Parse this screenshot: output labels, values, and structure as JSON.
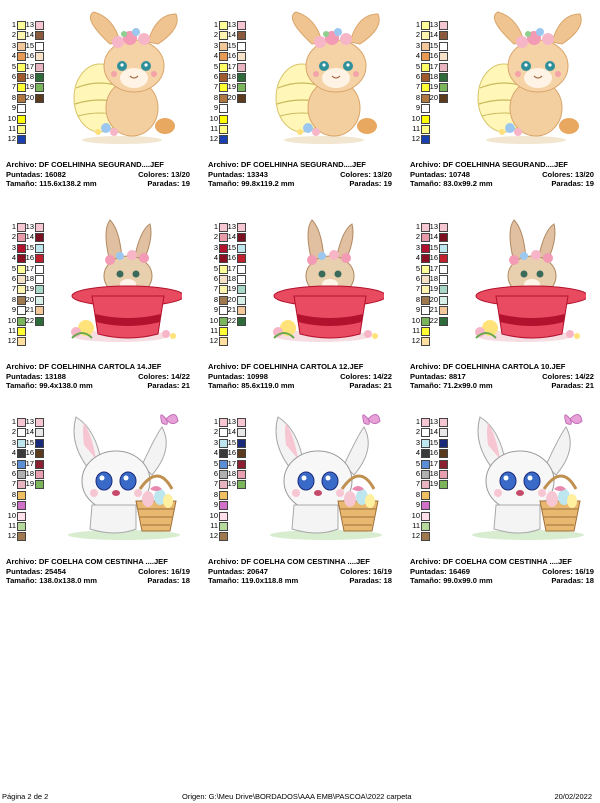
{
  "designs": [
    {
      "image": "bunny-egg-icon",
      "file": "Archivo: DF COELHINHA SEGURAND....JEF",
      "stitches": "Puntadas: 16082",
      "colors": "Colores: 13/20",
      "size": "Tamaño: 115.6x138.2 mm",
      "stops": "Paradas: 19",
      "swatches": [
        {
          "n": "1",
          "c": "#ffff99"
        },
        {
          "n": "2",
          "c": "#fff5b0"
        },
        {
          "n": "3",
          "c": "#f3c89a"
        },
        {
          "n": "4",
          "c": "#e89a55"
        },
        {
          "n": "5",
          "c": "#ffff66"
        },
        {
          "n": "6",
          "c": "#a05a2c"
        },
        {
          "n": "7",
          "c": "#ffff33"
        },
        {
          "n": "8",
          "c": "#b07840"
        },
        {
          "n": "9",
          "c": "#ffffff"
        },
        {
          "n": "10",
          "c": "#ffff00"
        },
        {
          "n": "11",
          "c": "#ffff88"
        },
        {
          "n": "12",
          "c": "#1a3fb0"
        },
        {
          "n": "13",
          "c": "#f7c6d3"
        },
        {
          "n": "14",
          "c": "#8a5a3c"
        },
        {
          "n": "15",
          "c": "#ffffff"
        },
        {
          "n": "16",
          "c": "#f5e2c8"
        },
        {
          "n": "17",
          "c": "#e8b4c0"
        },
        {
          "n": "18",
          "c": "#2e6b3a"
        },
        {
          "n": "19",
          "c": "#7ab55c"
        },
        {
          "n": "20",
          "c": "#5c3a1e"
        }
      ]
    },
    {
      "image": "bunny-egg-icon",
      "file": "Archivo: DF COELHINHA SEGURAND....JEF",
      "stitches": "Puntadas: 13343",
      "colors": "Colores: 13/20",
      "size": "Tamaño: 99.8x119.2 mm",
      "stops": "Paradas: 19",
      "swatches": [
        {
          "n": "1",
          "c": "#ffff99"
        },
        {
          "n": "2",
          "c": "#fff5b0"
        },
        {
          "n": "3",
          "c": "#f3c89a"
        },
        {
          "n": "4",
          "c": "#e89a55"
        },
        {
          "n": "5",
          "c": "#ffff66"
        },
        {
          "n": "6",
          "c": "#a05a2c"
        },
        {
          "n": "7",
          "c": "#ffff33"
        },
        {
          "n": "8",
          "c": "#b07840"
        },
        {
          "n": "9",
          "c": "#ffffff"
        },
        {
          "n": "10",
          "c": "#ffff00"
        },
        {
          "n": "11",
          "c": "#ffff88"
        },
        {
          "n": "12",
          "c": "#1a3fb0"
        },
        {
          "n": "13",
          "c": "#f7c6d3"
        },
        {
          "n": "14",
          "c": "#8a5a3c"
        },
        {
          "n": "15",
          "c": "#ffffff"
        },
        {
          "n": "16",
          "c": "#f5e2c8"
        },
        {
          "n": "17",
          "c": "#e8b4c0"
        },
        {
          "n": "18",
          "c": "#2e6b3a"
        },
        {
          "n": "19",
          "c": "#7ab55c"
        },
        {
          "n": "20",
          "c": "#5c3a1e"
        }
      ]
    },
    {
      "image": "bunny-egg-icon",
      "file": "Archivo: DF COELHINHA SEGURAND....JEF",
      "stitches": "Puntadas: 10748",
      "colors": "Colores: 13/20",
      "size": "Tamaño: 83.0x99.2 mm",
      "stops": "Paradas: 19",
      "swatches": [
        {
          "n": "1",
          "c": "#ffff99"
        },
        {
          "n": "2",
          "c": "#fff5b0"
        },
        {
          "n": "3",
          "c": "#f3c89a"
        },
        {
          "n": "4",
          "c": "#e89a55"
        },
        {
          "n": "5",
          "c": "#ffff66"
        },
        {
          "n": "6",
          "c": "#a05a2c"
        },
        {
          "n": "7",
          "c": "#ffff33"
        },
        {
          "n": "8",
          "c": "#b07840"
        },
        {
          "n": "9",
          "c": "#ffffff"
        },
        {
          "n": "10",
          "c": "#ffff00"
        },
        {
          "n": "11",
          "c": "#ffff88"
        },
        {
          "n": "12",
          "c": "#1a3fb0"
        },
        {
          "n": "13",
          "c": "#f7c6d3"
        },
        {
          "n": "14",
          "c": "#8a5a3c"
        },
        {
          "n": "15",
          "c": "#ffffff"
        },
        {
          "n": "16",
          "c": "#f5e2c8"
        },
        {
          "n": "17",
          "c": "#e8b4c0"
        },
        {
          "n": "18",
          "c": "#2e6b3a"
        },
        {
          "n": "19",
          "c": "#7ab55c"
        },
        {
          "n": "20",
          "c": "#5c3a1e"
        }
      ]
    },
    {
      "image": "bunny-hat-icon",
      "file": "Archivo: DF COELHINHA CARTOLA 14.JEF",
      "stitches": "Puntadas: 13188",
      "colors": "Colores: 14/22",
      "size": "Tamaño: 99.4x138.0 mm",
      "stops": "Paradas: 21",
      "swatches": [
        {
          "n": "1",
          "c": "#f7c6d3"
        },
        {
          "n": "2",
          "c": "#e89aa8"
        },
        {
          "n": "3",
          "c": "#b3122e"
        },
        {
          "n": "4",
          "c": "#8a0f22"
        },
        {
          "n": "5",
          "c": "#ffff99"
        },
        {
          "n": "6",
          "c": "#f5e2c8"
        },
        {
          "n": "7",
          "c": "#fff5b0"
        },
        {
          "n": "8",
          "c": "#a07850"
        },
        {
          "n": "9",
          "c": "#ffffff"
        },
        {
          "n": "10",
          "c": "#7ab55c"
        },
        {
          "n": "11",
          "c": "#ffff33"
        },
        {
          "n": "12",
          "c": "#ffe0a0"
        },
        {
          "n": "13",
          "c": "#f7c6d3"
        },
        {
          "n": "14",
          "c": "#7a1020"
        },
        {
          "n": "15",
          "c": "#bde6ee"
        },
        {
          "n": "16",
          "c": "#c0202e"
        },
        {
          "n": "17",
          "c": "#ffffff"
        },
        {
          "n": "18",
          "c": "#ffffff"
        },
        {
          "n": "19",
          "c": "#a8d8c8"
        },
        {
          "n": "20",
          "c": "#d8f0e8"
        },
        {
          "n": "21",
          "c": "#f3c89a"
        },
        {
          "n": "22",
          "c": "#2e6b3a"
        }
      ]
    },
    {
      "image": "bunny-hat-icon",
      "file": "Archivo: DF COELHINHA CARTOLA 12.JEF",
      "stitches": "Puntadas: 10998",
      "colors": "Colores: 14/22",
      "size": "Tamaño: 85.6x119.0 mm",
      "stops": "Paradas: 21",
      "swatches": [
        {
          "n": "1",
          "c": "#f7c6d3"
        },
        {
          "n": "2",
          "c": "#e89aa8"
        },
        {
          "n": "3",
          "c": "#b3122e"
        },
        {
          "n": "4",
          "c": "#8a0f22"
        },
        {
          "n": "5",
          "c": "#ffff99"
        },
        {
          "n": "6",
          "c": "#f5e2c8"
        },
        {
          "n": "7",
          "c": "#fff5b0"
        },
        {
          "n": "8",
          "c": "#a07850"
        },
        {
          "n": "9",
          "c": "#ffffff"
        },
        {
          "n": "10",
          "c": "#7ab55c"
        },
        {
          "n": "11",
          "c": "#ffff33"
        },
        {
          "n": "12",
          "c": "#ffe0a0"
        },
        {
          "n": "13",
          "c": "#f7c6d3"
        },
        {
          "n": "14",
          "c": "#7a1020"
        },
        {
          "n": "15",
          "c": "#bde6ee"
        },
        {
          "n": "16",
          "c": "#c0202e"
        },
        {
          "n": "17",
          "c": "#ffffff"
        },
        {
          "n": "18",
          "c": "#ffffff"
        },
        {
          "n": "19",
          "c": "#a8d8c8"
        },
        {
          "n": "20",
          "c": "#d8f0e8"
        },
        {
          "n": "21",
          "c": "#f3c89a"
        },
        {
          "n": "22",
          "c": "#2e6b3a"
        }
      ]
    },
    {
      "image": "bunny-hat-icon",
      "file": "Archivo: DF COELHINHA CARTOLA 10.JEF",
      "stitches": "Puntadas: 8817",
      "colors": "Colores: 14/22",
      "size": "Tamaño: 71.2x99.0 mm",
      "stops": "Paradas: 21",
      "swatches": [
        {
          "n": "1",
          "c": "#f7c6d3"
        },
        {
          "n": "2",
          "c": "#e89aa8"
        },
        {
          "n": "3",
          "c": "#b3122e"
        },
        {
          "n": "4",
          "c": "#8a0f22"
        },
        {
          "n": "5",
          "c": "#ffff99"
        },
        {
          "n": "6",
          "c": "#f5e2c8"
        },
        {
          "n": "7",
          "c": "#fff5b0"
        },
        {
          "n": "8",
          "c": "#a07850"
        },
        {
          "n": "9",
          "c": "#ffffff"
        },
        {
          "n": "10",
          "c": "#7ab55c"
        },
        {
          "n": "11",
          "c": "#ffff33"
        },
        {
          "n": "12",
          "c": "#ffe0a0"
        },
        {
          "n": "13",
          "c": "#f7c6d3"
        },
        {
          "n": "14",
          "c": "#7a1020"
        },
        {
          "n": "15",
          "c": "#bde6ee"
        },
        {
          "n": "16",
          "c": "#c0202e"
        },
        {
          "n": "17",
          "c": "#ffffff"
        },
        {
          "n": "18",
          "c": "#ffffff"
        },
        {
          "n": "19",
          "c": "#a8d8c8"
        },
        {
          "n": "20",
          "c": "#d8f0e8"
        },
        {
          "n": "21",
          "c": "#f3c89a"
        },
        {
          "n": "22",
          "c": "#2e6b3a"
        }
      ]
    },
    {
      "image": "bunny-basket-icon",
      "file": "Archivo: DF COELHA COM CESTINHA ....JEF",
      "stitches": "Puntadas: 25454",
      "colors": "Colores: 16/19",
      "size": "Tamaño: 138.0x138.0 mm",
      "stops": "Paradas: 18",
      "swatches": [
        {
          "n": "1",
          "c": "#f7c6d3"
        },
        {
          "n": "2",
          "c": "#ffffff"
        },
        {
          "n": "3",
          "c": "#bde6ee"
        },
        {
          "n": "4",
          "c": "#3a3a3a"
        },
        {
          "n": "5",
          "c": "#5a8fd8"
        },
        {
          "n": "6",
          "c": "#b0b0b0"
        },
        {
          "n": "7",
          "c": "#e8b4c0"
        },
        {
          "n": "8",
          "c": "#f0c060"
        },
        {
          "n": "9",
          "c": "#d070c8"
        },
        {
          "n": "10",
          "c": "#ffe0ea"
        },
        {
          "n": "11",
          "c": "#b5d99c"
        },
        {
          "n": "12",
          "c": "#a07850"
        },
        {
          "n": "13",
          "c": "#f7c6d3"
        },
        {
          "n": "14",
          "c": "#e8e8e8"
        },
        {
          "n": "15",
          "c": "#1a2a7a"
        },
        {
          "n": "16",
          "c": "#5c3a1e"
        },
        {
          "n": "17",
          "c": "#8a2030"
        },
        {
          "n": "18",
          "c": "#e8a0b0"
        },
        {
          "n": "19",
          "c": "#7ab55c"
        }
      ]
    },
    {
      "image": "bunny-basket-icon",
      "file": "Archivo: DF COELHA COM CESTINHA ....JEF",
      "stitches": "Puntadas: 20647",
      "colors": "Colores: 16/19",
      "size": "Tamaño: 119.0x118.8 mm",
      "stops": "Paradas: 18",
      "swatches": [
        {
          "n": "1",
          "c": "#f7c6d3"
        },
        {
          "n": "2",
          "c": "#ffffff"
        },
        {
          "n": "3",
          "c": "#bde6ee"
        },
        {
          "n": "4",
          "c": "#3a3a3a"
        },
        {
          "n": "5",
          "c": "#5a8fd8"
        },
        {
          "n": "6",
          "c": "#b0b0b0"
        },
        {
          "n": "7",
          "c": "#e8b4c0"
        },
        {
          "n": "8",
          "c": "#f0c060"
        },
        {
          "n": "9",
          "c": "#d070c8"
        },
        {
          "n": "10",
          "c": "#ffe0ea"
        },
        {
          "n": "11",
          "c": "#b5d99c"
        },
        {
          "n": "12",
          "c": "#a07850"
        },
        {
          "n": "13",
          "c": "#f7c6d3"
        },
        {
          "n": "14",
          "c": "#e8e8e8"
        },
        {
          "n": "15",
          "c": "#1a2a7a"
        },
        {
          "n": "16",
          "c": "#5c3a1e"
        },
        {
          "n": "17",
          "c": "#8a2030"
        },
        {
          "n": "18",
          "c": "#e8a0b0"
        },
        {
          "n": "19",
          "c": "#7ab55c"
        }
      ]
    },
    {
      "image": "bunny-basket-icon",
      "file": "Archivo: DF COELHA COM CESTINHA ....JEF",
      "stitches": "Puntadas: 16469",
      "colors": "Colores: 16/19",
      "size": "Tamaño: 99.0x99.0 mm",
      "stops": "Paradas: 18",
      "swatches": [
        {
          "n": "1",
          "c": "#f7c6d3"
        },
        {
          "n": "2",
          "c": "#ffffff"
        },
        {
          "n": "3",
          "c": "#bde6ee"
        },
        {
          "n": "4",
          "c": "#3a3a3a"
        },
        {
          "n": "5",
          "c": "#5a8fd8"
        },
        {
          "n": "6",
          "c": "#b0b0b0"
        },
        {
          "n": "7",
          "c": "#e8b4c0"
        },
        {
          "n": "8",
          "c": "#f0c060"
        },
        {
          "n": "9",
          "c": "#d070c8"
        },
        {
          "n": "10",
          "c": "#ffe0ea"
        },
        {
          "n": "11",
          "c": "#b5d99c"
        },
        {
          "n": "12",
          "c": "#a07850"
        },
        {
          "n": "13",
          "c": "#f7c6d3"
        },
        {
          "n": "14",
          "c": "#e8e8e8"
        },
        {
          "n": "15",
          "c": "#1a2a7a"
        },
        {
          "n": "16",
          "c": "#5c3a1e"
        },
        {
          "n": "17",
          "c": "#8a2030"
        },
        {
          "n": "18",
          "c": "#e8a0b0"
        },
        {
          "n": "19",
          "c": "#7ab55c"
        }
      ]
    }
  ],
  "footer": {
    "page": "Página 2 de 2",
    "origin": "Origen: G:\\Meu Drive\\BORDADOS\\AAA EMB\\PASCOA\\2022 carpeta",
    "date": "20/02/2022"
  }
}
